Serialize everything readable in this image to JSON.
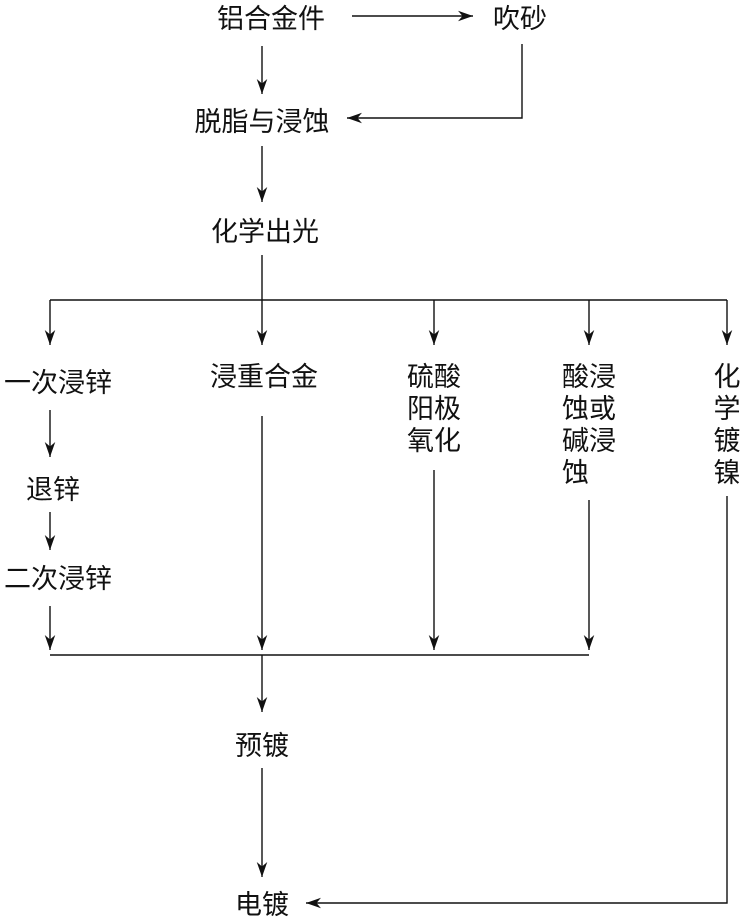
{
  "nodes": {
    "aluminum_part": "铝合金件",
    "sandblast": "吹砂",
    "degrease_etch": "脱脂与浸蚀",
    "chemical_brighten": "化学出光",
    "first_zinc_immersion": "一次浸锌",
    "zinc_strip": "退锌",
    "second_zinc_immersion": "二次浸锌",
    "heavy_alloy_immersion": "浸重合金",
    "sulfuric_anodize": [
      "硫酸",
      "阳极",
      "氧化"
    ],
    "acid_or_alkali_etch": [
      "酸浸",
      "蚀或",
      "碱浸",
      "蚀"
    ],
    "electroless_nickel": [
      "化",
      "学",
      "镀",
      "镍"
    ],
    "pre_plating": "预镀",
    "electroplating": "电镀"
  }
}
